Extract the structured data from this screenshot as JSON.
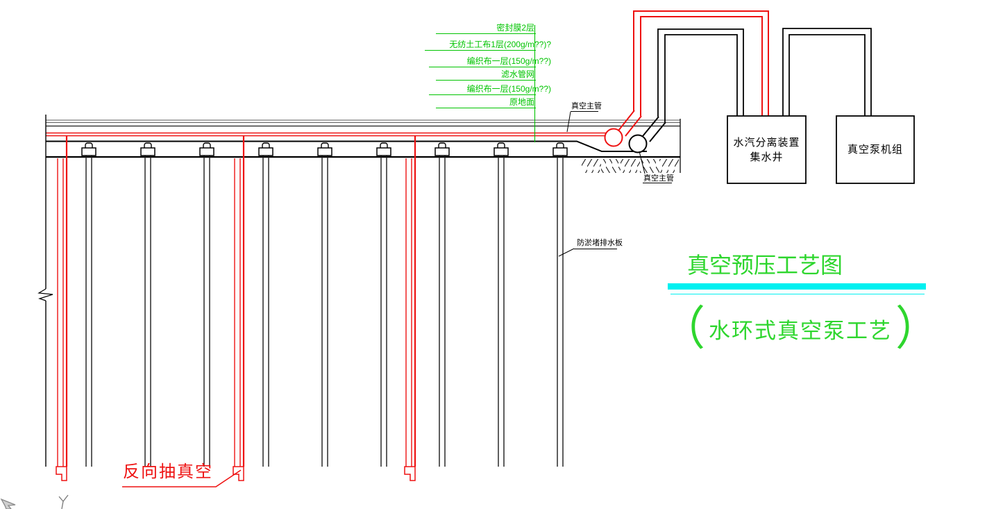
{
  "diagram": {
    "layer_annotations": {
      "lines": [
        {
          "label": "密封膜2层"
        },
        {
          "label": "无纺土工布1层(200g/m??)?"
        },
        {
          "label": "编织布一层(150g/m??)"
        },
        {
          "label": "滤水管网"
        },
        {
          "label": "编织布一层(150g/m??)"
        },
        {
          "label": "原地面"
        }
      ]
    },
    "labels": {
      "vacuum_main_top": "真空主管",
      "vacuum_main_bottom": "真空主管",
      "anti_clog_drain_board": "防淤堵排水板",
      "reverse_vacuum": "反向抽真空"
    },
    "equipment": {
      "separator_box_line1": "水汽分离装置",
      "separator_box_line2": "集水井",
      "pump_box_label": "真空泵机组"
    },
    "title": {
      "main": "真空预压工艺图",
      "paren_open": "（",
      "sub": "水环式真空泵工艺",
      "paren_close": "）"
    },
    "colors": {
      "annotation_green": "#00c400",
      "title_green": "#2ed62e",
      "pipe_red": "#ee1111",
      "underline_cyan": "#00f0f0",
      "line_black": "#000000"
    }
  }
}
